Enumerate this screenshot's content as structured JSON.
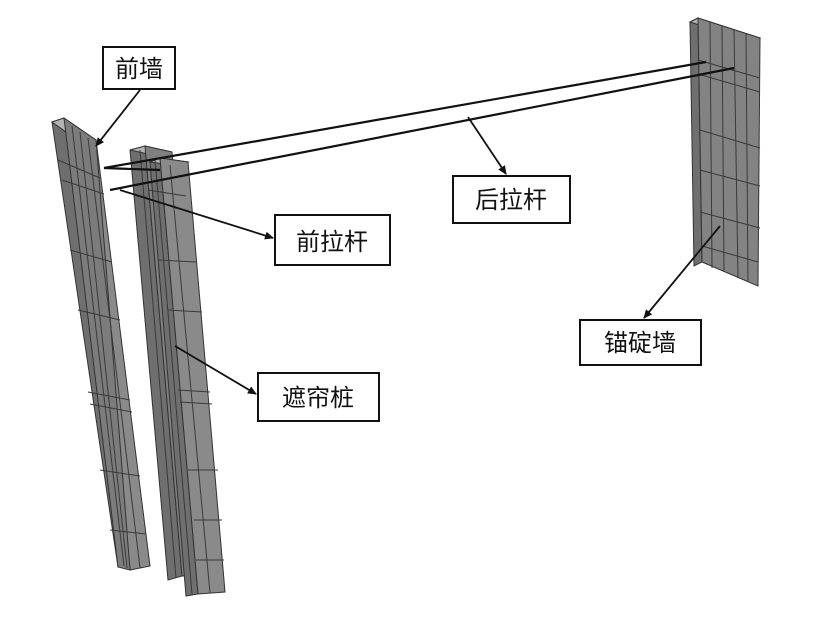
{
  "labels": {
    "front_wall": "前墙",
    "front_tie_rod": "前拉杆",
    "rear_tie_rod": "后拉杆",
    "screen_pile": "遮帘桩",
    "anchor_wall": "锚碇墙"
  }
}
